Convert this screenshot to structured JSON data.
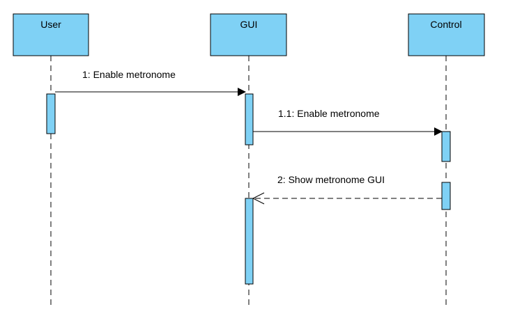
{
  "diagram": {
    "type": "sequence",
    "colors": {
      "participant_fill": "#7fd1f5",
      "activation_fill": "#7fd1f5",
      "stroke": "#000000",
      "background": "#ffffff"
    },
    "participants": [
      {
        "id": "user",
        "label": "User"
      },
      {
        "id": "gui",
        "label": "GUI"
      },
      {
        "id": "control",
        "label": "Control"
      }
    ],
    "messages": [
      {
        "id": "m1",
        "label": "1: Enable metronome",
        "from": "user",
        "to": "gui",
        "kind": "synchronous"
      },
      {
        "id": "m1_1",
        "label": "1.1: Enable metronome",
        "from": "gui",
        "to": "control",
        "kind": "synchronous"
      },
      {
        "id": "m2",
        "label": "2: Show metronome GUI",
        "from": "control",
        "to": "gui",
        "kind": "return"
      }
    ]
  }
}
